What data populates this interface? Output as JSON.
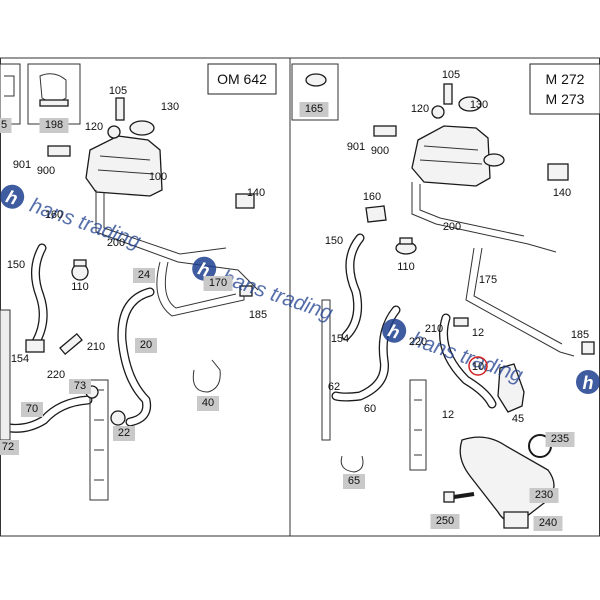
{
  "left_panel": {
    "engine_label": "OM 642",
    "callouts": [
      "105",
      "130",
      "120",
      "901",
      "900",
      "100",
      "140",
      "160",
      "200",
      "150",
      "110",
      "24",
      "170",
      "185",
      "154",
      "210",
      "20",
      "220",
      "73",
      "70",
      "72",
      "22",
      "40"
    ],
    "boxed_callouts": [
      "198",
      "24",
      "170",
      "20",
      "73",
      "70",
      "72",
      "22",
      "40"
    ],
    "edge_fragment": "5"
  },
  "right_panel": {
    "engine_label_line1": "M 272",
    "engine_label_line2": "M 273",
    "callouts": [
      "165",
      "105",
      "120",
      "130",
      "901",
      "900",
      "160",
      "140",
      "200",
      "150",
      "110",
      "175",
      "154",
      "210",
      "220",
      "12",
      "185",
      "62",
      "10",
      "60",
      "12",
      "45",
      "235",
      "65",
      "230",
      "250",
      "240"
    ],
    "boxed_callouts": [
      "165",
      "65",
      "235",
      "230",
      "250",
      "240"
    ],
    "highlighted_callout": "10"
  },
  "watermark": {
    "text": "hans trading",
    "logo_letter": "h",
    "color": "#1e3f8f",
    "accent_color": "#d33a2c"
  },
  "colors": {
    "box_fill": "#c9c9c9",
    "highlight_ring": "#d21f1f"
  }
}
